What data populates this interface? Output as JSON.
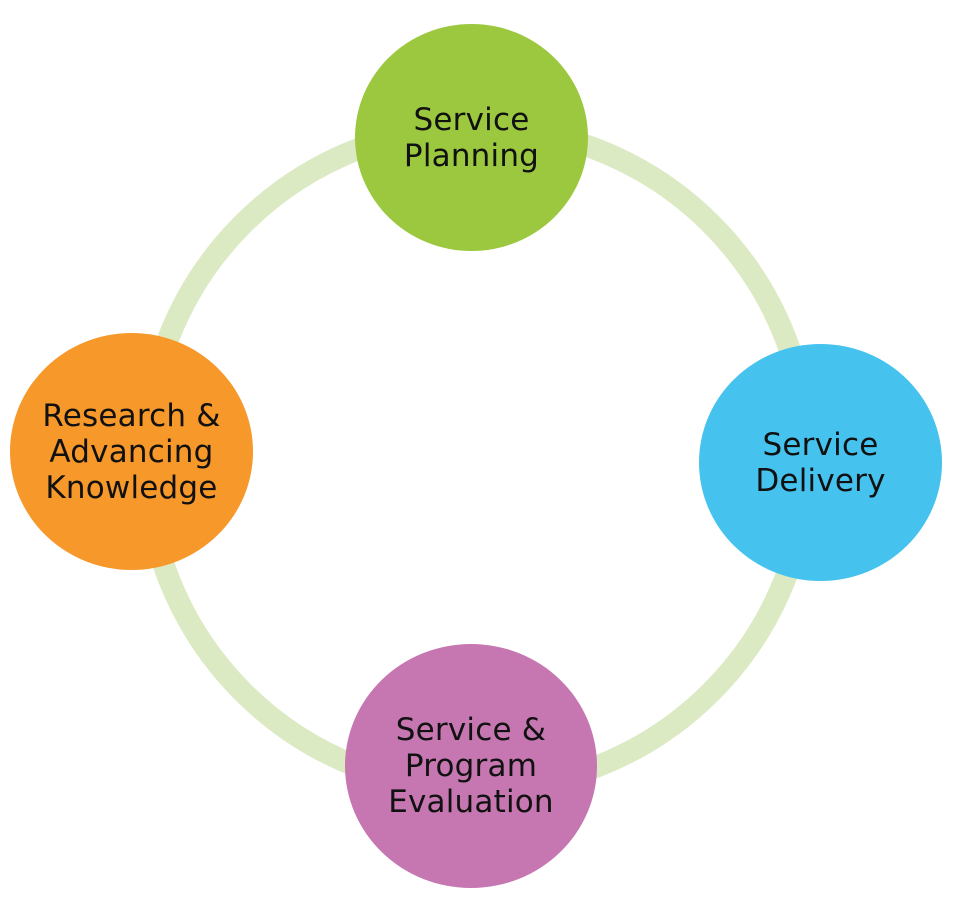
{
  "ring": {
    "color": "#dceac4"
  },
  "nodes": [
    {
      "label": "Service\nPlanning",
      "color": "#9bc83e"
    },
    {
      "label": "Service\nDelivery",
      "color": "#45c3ee"
    },
    {
      "label": "Service &\nProgram\nEvaluation",
      "color": "#c677b1"
    },
    {
      "label": "Research &\nAdvancing\nKnowledge",
      "color": "#f7982a"
    }
  ]
}
